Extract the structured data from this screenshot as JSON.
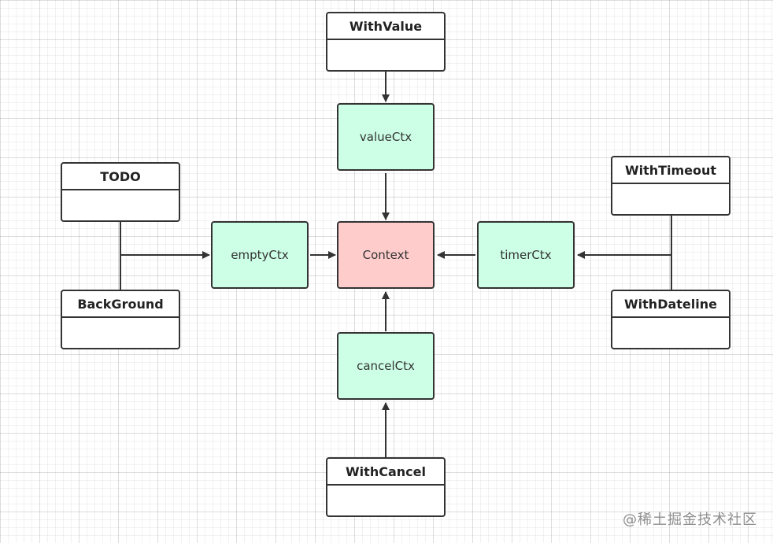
{
  "diagram": {
    "core": {
      "label": "Context"
    },
    "contexts": {
      "value": "valueCtx",
      "empty": "emptyCtx",
      "timer": "timerCtx",
      "cancel": "cancelCtx"
    },
    "classes": {
      "with_value": "WithValue",
      "todo": "TODO",
      "background": "BackGround",
      "with_timeout": "WithTimeout",
      "with_dateline": "WithDateline",
      "with_cancel": "WithCancel"
    },
    "colors": {
      "context_fill": "#ffcccc",
      "ctx_fill": "#ccffe6",
      "class_fill": "#ffffff",
      "stroke": "#333333"
    }
  },
  "watermark": "@稀土掘金技术社区"
}
